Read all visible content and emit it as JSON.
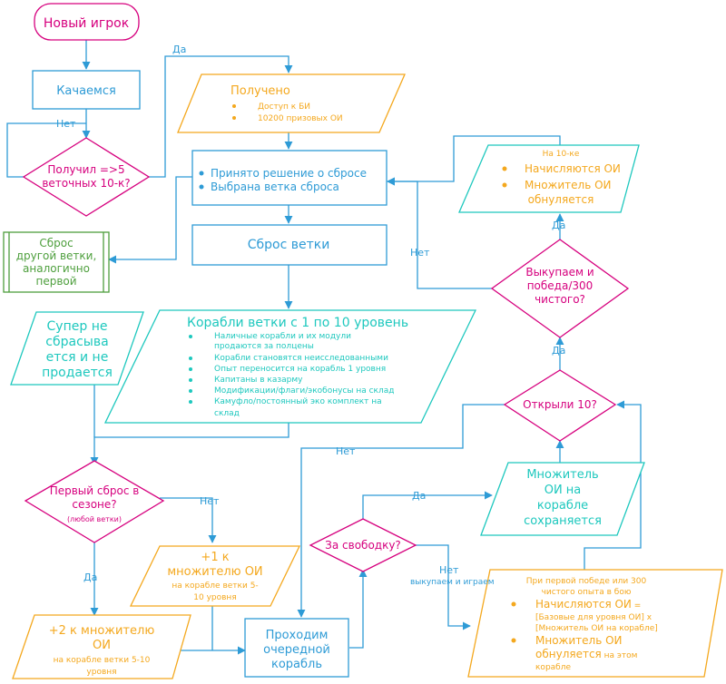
{
  "colors": {
    "blue": "#2E9BD6",
    "magenta": "#D6007E",
    "orange": "#F4A81E",
    "teal": "#1EC8BE",
    "green": "#4E9F3D",
    "gray": "#555555"
  },
  "nodes": {
    "start": "Новый игрок",
    "grind": "Качаемся",
    "decision_got5": [
      "Получил =>5",
      "веточных 10-к?"
    ],
    "received_title": "Получено",
    "received_items": [
      "Доступ к БИ",
      "10200 призовых ОИ"
    ],
    "decision_made": [
      "Принято решение о сбросе",
      "Выбрана ветка сброса"
    ],
    "reset_branch": "Сброс ветки",
    "other_branch": [
      "Сброс",
      "другой ветки,",
      "аналогично",
      "первой"
    ],
    "super": [
      "Супер не",
      "сбрасыва",
      "ется и не",
      "продается"
    ],
    "ships_title": "Корабли ветки с 1 по 10 уровень",
    "ships_items": [
      [
        "Наличные корабли и их модули",
        "продаются за полцены"
      ],
      [
        "Корабли становятся неисследованными"
      ],
      [
        "Опыт переносится на корабль 1 уровня"
      ],
      [
        "Капитаны в казарму"
      ],
      [
        "Модификации/флаги/экобонусы на склад"
      ],
      [
        "Камуфло/постоянный эко комплект на",
        "склад"
      ]
    ],
    "first_reset": [
      "Первый сброс в",
      "сезоне?"
    ],
    "first_reset_sub": "(любой ветки)",
    "plus1": [
      "+1 к",
      "множителю ОИ"
    ],
    "plus1_sub": [
      "на корабле ветки 5-",
      "10 уровня"
    ],
    "plus2": [
      "+2 к множителю",
      "ОИ"
    ],
    "plus2_sub": [
      "на корабле ветки 5-10",
      "уровня"
    ],
    "next_ship": [
      "Проходим",
      "очередной",
      "корабль"
    ],
    "free_q": "За свободку?",
    "opened_q": "Открыли 10?",
    "mult_kept": [
      "Множитель",
      "ОИ на",
      "корабле",
      "сохраняется"
    ],
    "first_win_header": [
      "При первой победе или 300",
      "чистого опыта в бою"
    ],
    "first_win_item1": [
      "Начисляются ОИ",
      " ="
    ],
    "first_win_formula": [
      "[Базовые для уровня ОИ] x",
      "[Множитель ОИ на корабле]"
    ],
    "first_win_item2": [
      "Множитель ОИ",
      "обнуляется",
      " на этом",
      "корабле"
    ],
    "buyout_q": [
      "Выкупаем и",
      "победа/300",
      "чистого?"
    ],
    "on10_header": "На 10-ке",
    "on10_item1": "Начисляются ОИ",
    "on10_item2": [
      "Множитель ОИ",
      "обнуляется"
    ]
  },
  "edge_labels": {
    "yes_top": "Да",
    "no_left": "Нет",
    "no_first": "Нет",
    "yes_first": "Да",
    "yes_free": "Да",
    "no_free": "Нет",
    "no_free_sub": "выкупаем и играем",
    "no_opened": "Нет",
    "yes_opened": "Да",
    "yes_buyout": "Да",
    "no_buyout": "Нет"
  }
}
